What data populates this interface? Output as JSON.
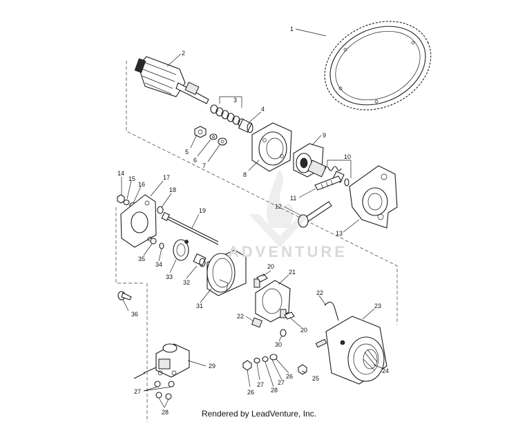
{
  "credit": "Rendered by LeadVenture, Inc.",
  "watermark": {
    "text": "ADVENTURE"
  },
  "callouts": [
    {
      "id": "c1",
      "text": "1"
    },
    {
      "id": "c2",
      "text": "2"
    },
    {
      "id": "c3",
      "text": "3"
    },
    {
      "id": "c4",
      "text": "4"
    },
    {
      "id": "c5",
      "text": "5"
    },
    {
      "id": "c6",
      "text": "6"
    },
    {
      "id": "c7",
      "text": "7"
    },
    {
      "id": "c8",
      "text": "8"
    },
    {
      "id": "c9",
      "text": "9"
    },
    {
      "id": "c10",
      "text": "10"
    },
    {
      "id": "c11",
      "text": "11"
    },
    {
      "id": "c12",
      "text": "12"
    },
    {
      "id": "c13",
      "text": "13"
    },
    {
      "id": "c14",
      "text": "14"
    },
    {
      "id": "c15",
      "text": "15"
    },
    {
      "id": "c16",
      "text": "16"
    },
    {
      "id": "c17",
      "text": "17"
    },
    {
      "id": "c18",
      "text": "18"
    },
    {
      "id": "c19",
      "text": "19"
    },
    {
      "id": "c20a",
      "text": "20"
    },
    {
      "id": "c20b",
      "text": "20"
    },
    {
      "id": "c21",
      "text": "21"
    },
    {
      "id": "c22a",
      "text": "22"
    },
    {
      "id": "c22b",
      "text": "22"
    },
    {
      "id": "c23",
      "text": "23"
    },
    {
      "id": "c24",
      "text": "24"
    },
    {
      "id": "c25",
      "text": "25"
    },
    {
      "id": "c26a",
      "text": "26"
    },
    {
      "id": "c26b",
      "text": "26"
    },
    {
      "id": "c27a",
      "text": "27"
    },
    {
      "id": "c27b",
      "text": "27"
    },
    {
      "id": "c27c",
      "text": "27"
    },
    {
      "id": "c28a",
      "text": "28"
    },
    {
      "id": "c28b",
      "text": "28"
    },
    {
      "id": "c29",
      "text": "29"
    },
    {
      "id": "c30",
      "text": "30"
    },
    {
      "id": "c31",
      "text": "31"
    },
    {
      "id": "c32",
      "text": "32"
    },
    {
      "id": "c33",
      "text": "33"
    },
    {
      "id": "c34",
      "text": "34"
    },
    {
      "id": "c35",
      "text": "35"
    },
    {
      "id": "c36",
      "text": "36"
    }
  ]
}
